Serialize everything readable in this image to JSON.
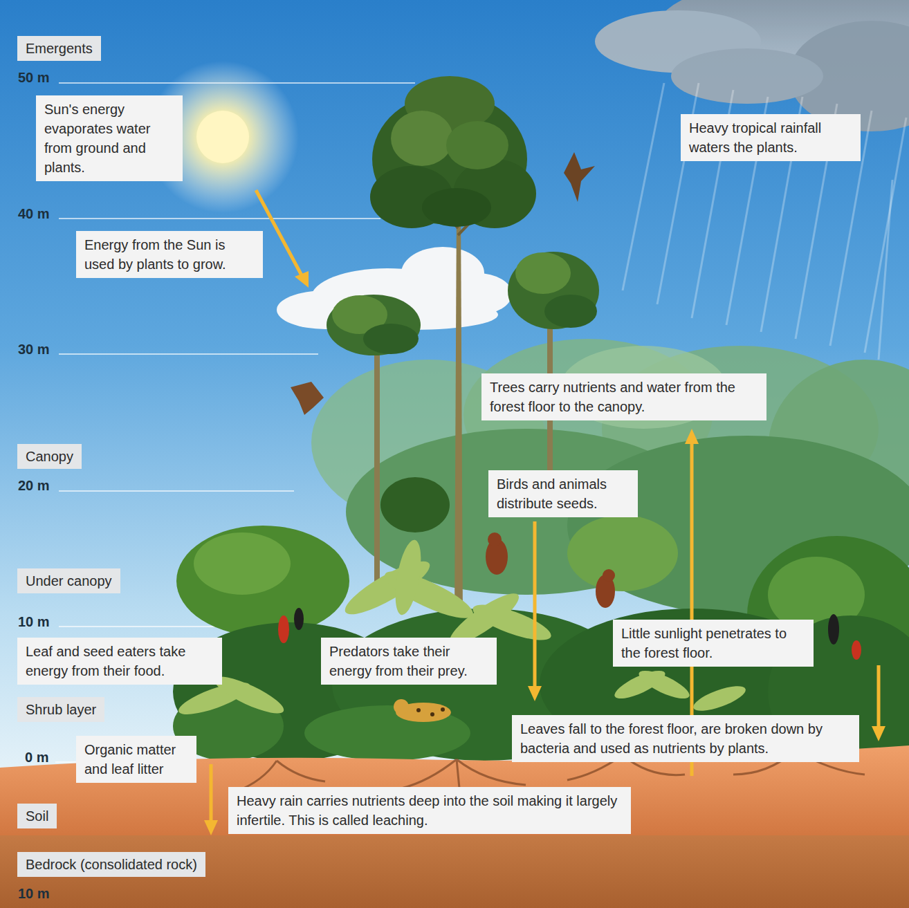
{
  "diagram": {
    "nodes": [
      {
        "text": [
          "Emergents"
        ]
      },
      {
        "text": [
          "Sun's energy evaporates water from ground and plants."
        ]
      },
      {
        "text": [
          "Heavy tropical rainfall waters the plants."
        ]
      },
      {
        "text": [
          "Energy from the Sun is used by plants to grow."
        ]
      },
      {
        "text": [
          "Trees carry nutrients and water from the forest floor to the canopy."
        ]
      },
      {
        "text": [
          "Canopy"
        ]
      },
      {
        "text": [
          "Birds and animals distribute seeds."
        ]
      },
      {
        "text": [
          "Under canopy"
        ]
      },
      {
        "text": [
          "Little sunlight penetrates to the forest floor."
        ]
      },
      {
        "text": [
          "Leaf and seed eaters take energy from their food."
        ]
      },
      {
        "text": [
          "Predators take their energy from their prey."
        ]
      },
      {
        "text": [
          "Shrub layer"
        ]
      },
      {
        "text": [
          "Leaves fall to the forest floor, are broken down by bacteria and used as nutrients by plants."
        ]
      },
      {
        "text": [
          "Organic matter and leaf litter"
        ]
      },
      {
        "text": [
          "Heavy rain carries nutrients deep into the soil making it largely infertile. This is called leaching."
        ]
      },
      {
        "text": [
          "Soil"
        ]
      },
      {
        "text": [
          "Bedrock (consolidated rock)"
        ]
      }
    ],
    "labels": [
      "50 m",
      "40 m",
      "30 m",
      "20 m",
      "10 m",
      "0 m",
      "10 m"
    ]
  }
}
